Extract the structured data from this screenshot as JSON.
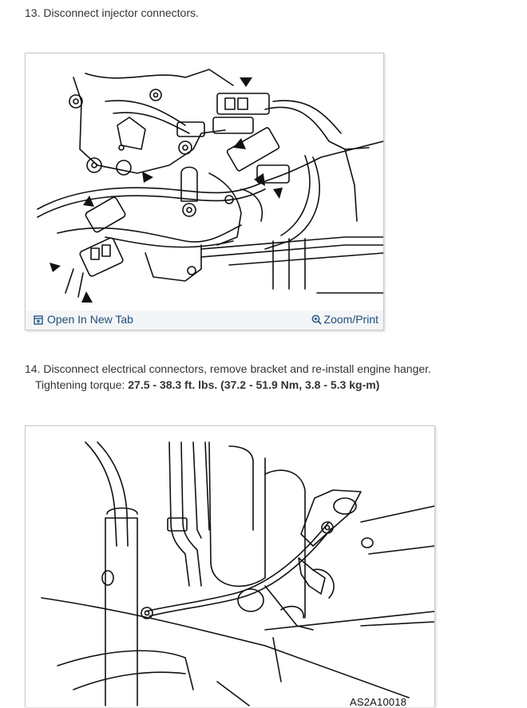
{
  "step13": {
    "text": "13. Disconnect injector connectors."
  },
  "figure13": {
    "open_tab_label": "Open In New Tab",
    "zoom_label": "Zoom/Print"
  },
  "step14": {
    "text": "14. Disconnect electrical connectors, remove bracket and re-install engine hanger.",
    "torque_prefix": "Tightening torque: ",
    "torque_value": "27.5 - 38.3 ft. lbs. (37.2 - 51.9 Nm, 3.8 - 5.3 kg-m)"
  },
  "figure14": {
    "caption": "AS2A10018"
  },
  "colors": {
    "link": "#1f4e79",
    "toolbar_bg": "#f3f5f7",
    "text": "#333333"
  }
}
